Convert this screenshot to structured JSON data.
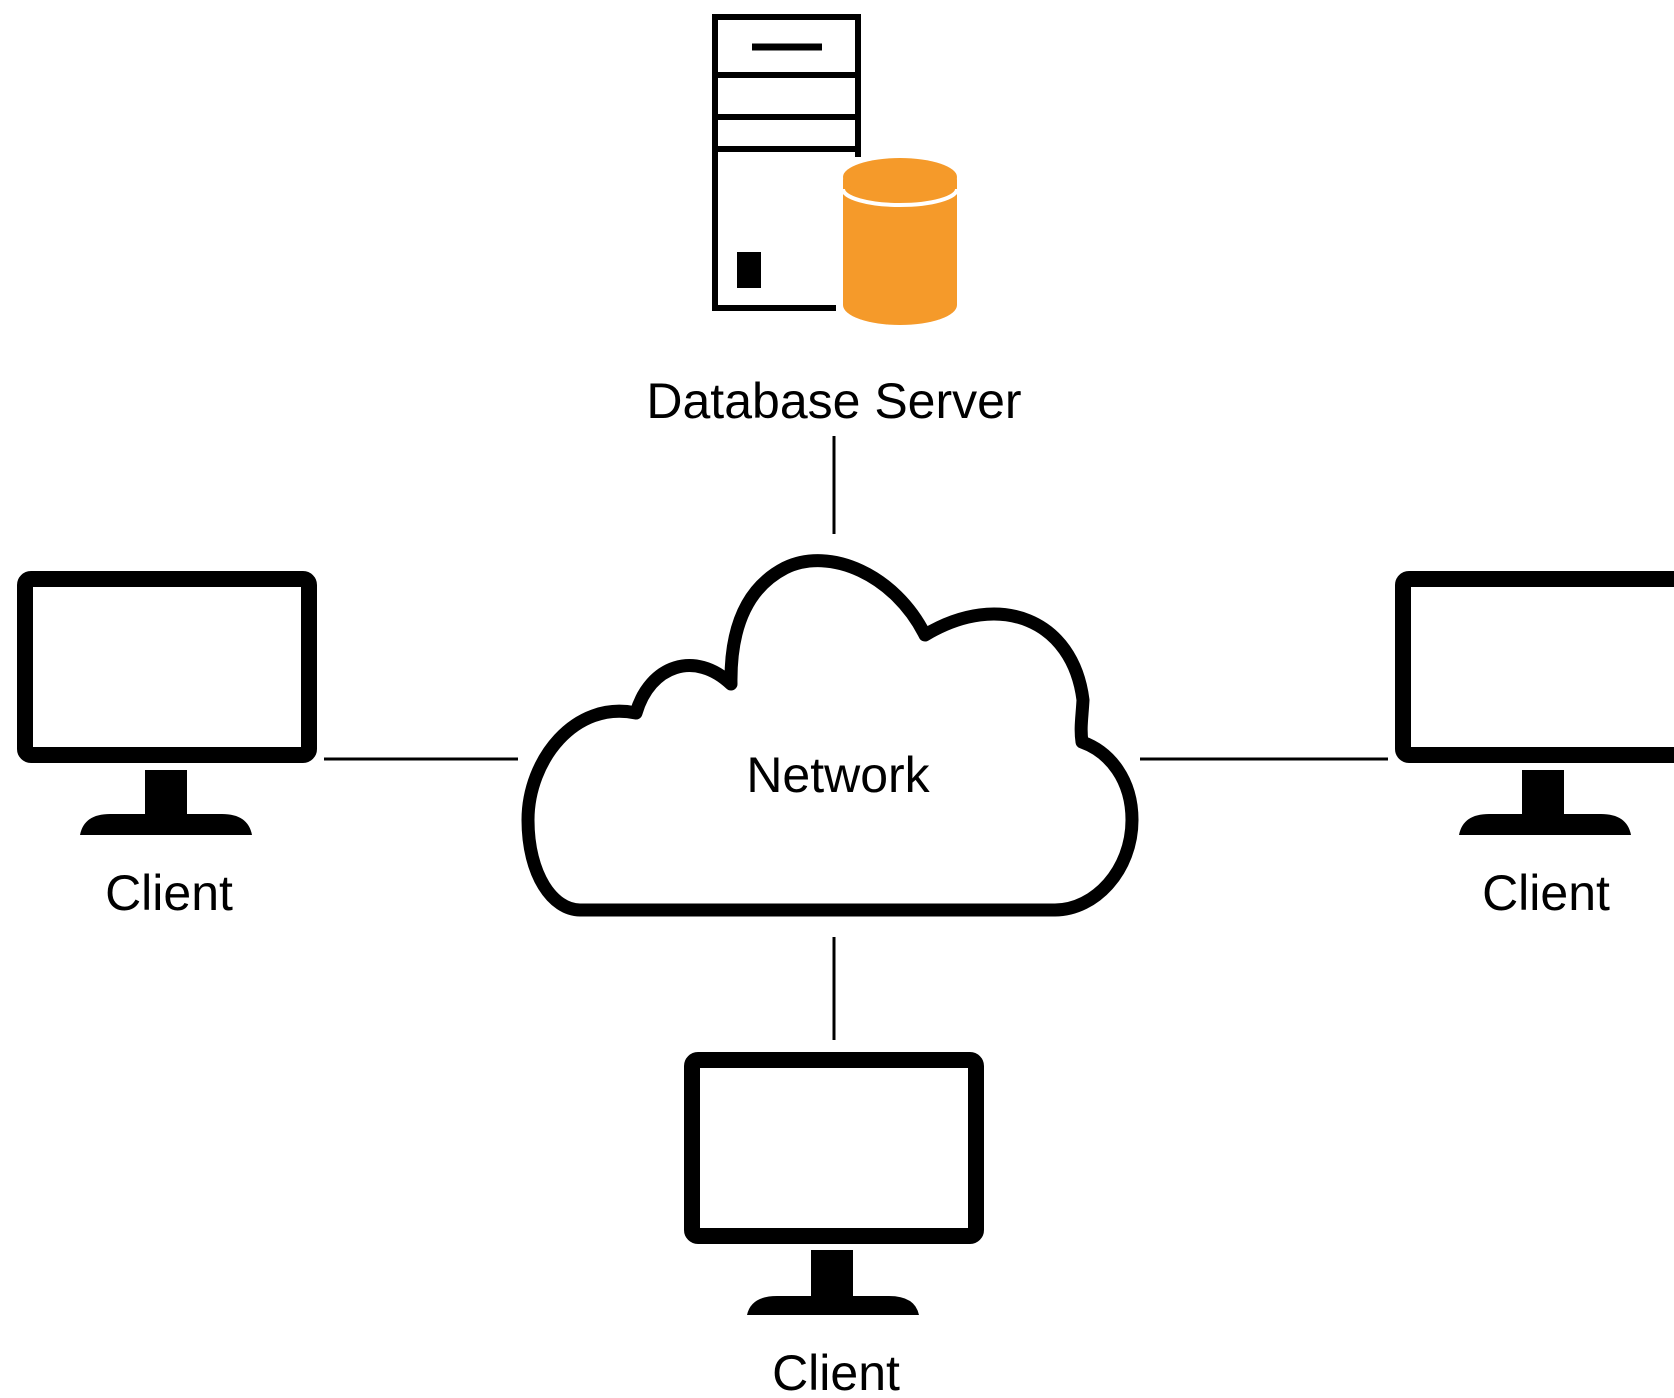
{
  "diagram": {
    "server": {
      "label": "Database Server",
      "icon": "database-server-icon",
      "cylinder_color": "#F59A2A"
    },
    "network": {
      "label": "Network",
      "icon": "cloud-icon"
    },
    "clients": [
      {
        "label": "Client",
        "icon": "monitor-icon",
        "position": "left"
      },
      {
        "label": "Client",
        "icon": "monitor-icon",
        "position": "right"
      },
      {
        "label": "Client",
        "icon": "monitor-icon",
        "position": "bottom"
      }
    ],
    "colors": {
      "stroke": "#000000",
      "background": "#FFFFFF",
      "accent": "#F59A2A"
    }
  }
}
